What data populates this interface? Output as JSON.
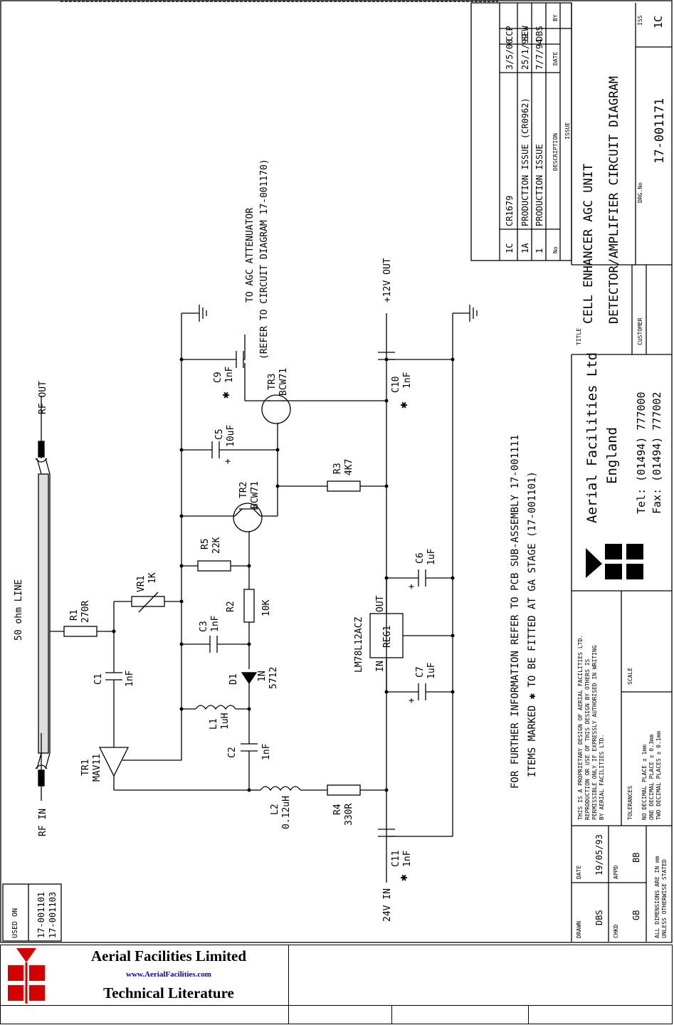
{
  "title_block": {
    "title_label": "TITLE",
    "title_line1": "CELL ENHANCER AGC UNIT",
    "title_line2": "DETECTOR/AMPLIFIER CIRCUIT DIAGRAM",
    "customer_label": "CUSTOMER",
    "drg_label": "DRG.No",
    "drg_no": "17-001171",
    "iss_label": "ISS",
    "iss": "1C",
    "company": "Aerial Facilities Ltd",
    "country": "England",
    "tel": "Tel: (01494) 777000",
    "fax": "Fax: (01494) 777002",
    "scale_label": "SCALE",
    "tolerances_label": "TOLERANCES",
    "tol1": "NO DECIMAL PLACE ± 1mm",
    "tol2": "ONE DECIMAL PLACE ± 0.3mm",
    "tol3": "TWO DECIMAL PLACES ± 0.1mm",
    "proprietary1": "THIS IS A PROPRIETARY DESIGN OF AERIAL FACILITIES LTD.",
    "proprietary2": "REPRODUCTION OR USE OF THIS DESIGN BY OTHERS IS",
    "proprietary3": "PERMISSIBLE ONLY IF EXPRESSLY AUTHORISED IN WRITING",
    "proprietary4": "BY AERIAL FACILITIES LTD.",
    "drawn_label": "DRAWN",
    "drawn": "DBS",
    "date_label": "DATE",
    "date": "19/05/93",
    "chkd_label": "CHKD",
    "chkd": "GB",
    "appd_label": "APPD",
    "appd": "BB",
    "dims1": "ALL DIMENSIONS ARE IN mm",
    "dims2": "UNLESS OTHERWISE STATED"
  },
  "revisions": {
    "headers": {
      "no": "No",
      "description": "DESCRIPTION",
      "date": "DATE",
      "by": "BY",
      "issue": "ISSUE"
    },
    "rows": [
      {
        "no": "1C",
        "description": "CR1679",
        "date": "3/5/00",
        "by": "CCP"
      },
      {
        "no": "1A",
        "description": "PRODUCTION ISSUE (CR0962)",
        "date": "25/1/99",
        "by": "SEW"
      },
      {
        "no": "1",
        "description": "PRODUCTION ISSUE",
        "date": "7/7/94",
        "by": "DBS"
      }
    ]
  },
  "used_on": {
    "label": "USED ON",
    "items": [
      "17-001101",
      "17-001103"
    ]
  },
  "notes": {
    "line1": "FOR FURTHER INFORMATION REFER TO PCB SUB-ASSEMBLY 17-001111",
    "line2": "ITEMS MARKED ✱ TO BE FITTED AT GA STAGE (17-001101)"
  },
  "ports": {
    "rf_out": "RF OUT",
    "rf_in": "RF IN",
    "line": "50 ohm LINE",
    "agc1": "TO AGC ATTENUATOR",
    "agc2": "(REFER TO CIRCUIT DIAGRAM 17-001170)",
    "v12": "+12V OUT",
    "v24": "24V IN"
  },
  "components": {
    "r1": {
      "ref": "R1",
      "val": "270R"
    },
    "vr1": {
      "ref": "VR1",
      "val": "1K"
    },
    "c1": {
      "ref": "C1",
      "val": "1nF"
    },
    "tr1": {
      "ref": "TR1",
      "val": "MAV11"
    },
    "r5": {
      "ref": "R5",
      "val": "22K"
    },
    "r2": {
      "ref": "R2",
      "val": "10K"
    },
    "c3": {
      "ref": "C3",
      "val": "1nF"
    },
    "d1": {
      "ref": "D1",
      "val1": "1N",
      "val2": "5712"
    },
    "l1": {
      "ref": "L1",
      "val": "1uH"
    },
    "c2": {
      "ref": "C2",
      "val": "1nF"
    },
    "l2": {
      "ref": "L2",
      "val": "0.12uH"
    },
    "r4": {
      "ref": "R4",
      "val": "330R"
    },
    "c11": {
      "ref": "C11",
      "val": "1nF"
    },
    "tr2": {
      "ref": "TR2",
      "val": "BCW71"
    },
    "c5": {
      "ref": "C5",
      "val": "10uF"
    },
    "tr3": {
      "ref": "TR3",
      "val": "BCW71"
    },
    "c9": {
      "ref": "C9",
      "val": "1nF"
    },
    "r3": {
      "ref": "R3",
      "val": "4K7"
    },
    "c10": {
      "ref": "C10",
      "val": "1nF"
    },
    "c6": {
      "ref": "C6",
      "val": "1uF"
    },
    "c7": {
      "ref": "C7",
      "val": "1uF"
    },
    "reg1": {
      "ref": "REG1",
      "val": "LM78L12ACZ",
      "in": "IN",
      "out": "OUT"
    }
  },
  "footer": {
    "company": "Aerial Facilities Limited",
    "url": "www.AerialFacilities.com",
    "literature": "Technical Literature"
  }
}
